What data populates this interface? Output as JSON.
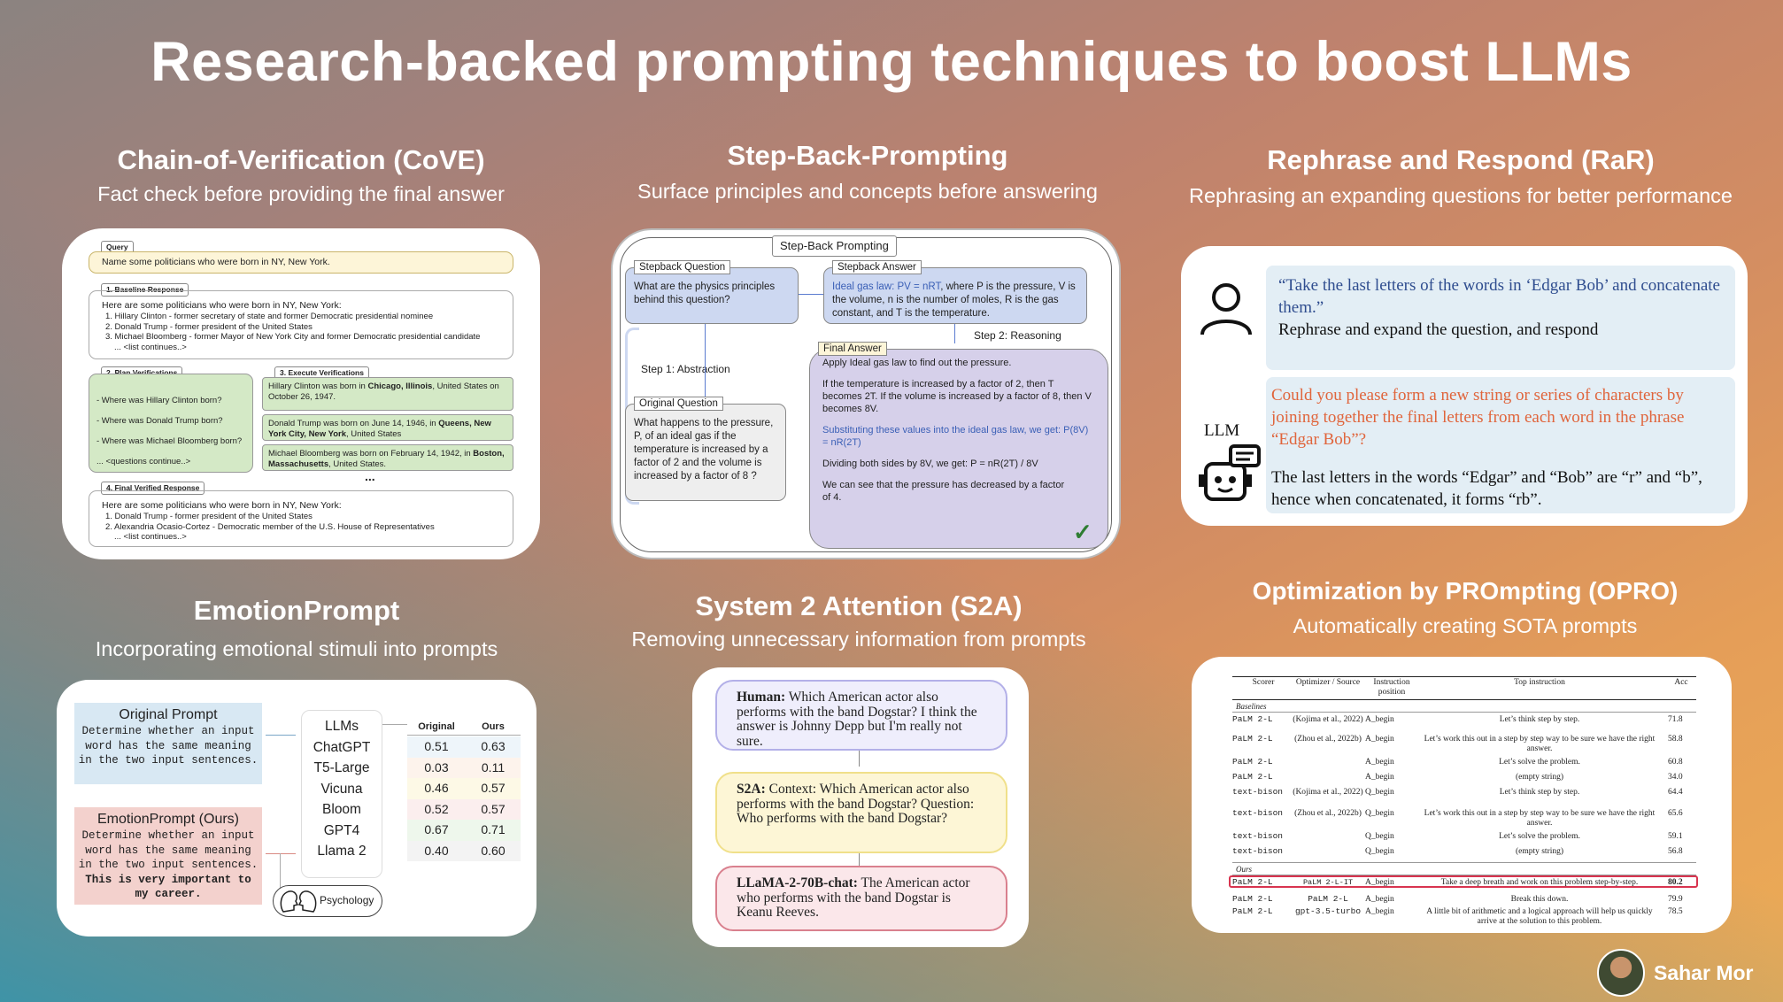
{
  "title": "Research-backed prompting techniques to boost LLMs",
  "author": "Sahar Mor",
  "sections": {
    "cove": {
      "title": "Chain-of-Verification (CoVE)",
      "subtitle": "Fact check before providing the final answer",
      "query_tag": "Query",
      "query": "Name some politicians who were born in NY, New York.",
      "baseline_tag": "1. Baseline Response",
      "baseline_intro": "Here are some politicians who were born in NY, New York:",
      "baseline_items": [
        "1. Hillary Clinton - former secretary of state and former Democratic presidential nominee",
        "2. Donald Trump - former president of the United States",
        "3. Michael Bloomberg - former Mayor of New York City and former Democratic presidential candidate",
        "... <list continues..>"
      ],
      "plan_tag": "2. Plan Verifications",
      "plan_items": [
        "- Where was Hillary Clinton born?",
        "- Where was Donald Trump born?",
        "- Where was Michael Bloomberg born?",
        "... <questions continue..>"
      ],
      "exec_tag": "3. Execute Verifications",
      "exec_items": [
        {
          "pre": "Hillary Clinton was born in ",
          "bold": "Chicago, Illinois",
          "post": ", United States on October 26, 1947."
        },
        {
          "pre": "Donald Trump was born on June 14, 1946, in ",
          "bold": "Queens, New York City, New York",
          "post": ", United States"
        },
        {
          "pre": "Michael Bloomberg was born on February 14, 1942, in ",
          "bold": "Boston, Massachusetts",
          "post": ", United States."
        }
      ],
      "exec_more": "...",
      "final_tag": "4. Final Verified Response",
      "final_intro": "Here are some politicians who were born in NY, New York:",
      "final_items": [
        "1. Donald Trump - former president of the United States",
        "2. Alexandria Ocasio-Cortez - Democratic member of the U.S. House of Representatives",
        "... <list continues..>"
      ]
    },
    "stepback": {
      "title": "Step-Back-Prompting",
      "subtitle": "Surface principles and concepts before answering",
      "header": "Step-Back Prompting",
      "sq_label": "Stepback Question",
      "sq_text": "What are the physics principles behind this question?",
      "sa_label": "Stepback Answer",
      "sa_text_colored": "Ideal gas law: PV = nRT",
      "sa_text": ", where P is the pressure, V is the volume, n is the number of moles, R is the gas constant, and T is the temperature.",
      "step1": "Step 1: Abstraction",
      "step2": "Step 2: Reasoning",
      "oq_label": "Original Question",
      "oq_text": "What happens to the pressure, P, of an ideal gas if the temperature is increased by a factor of 2 and the volume is increased by a factor of 8 ?",
      "fa_label": "Final Answer",
      "fa_lines": [
        "Apply Ideal gas law to find out the pressure.",
        "If the temperature is increased by a factor of 2, then T becomes 2T. If the volume is increased by a factor of 8, then V becomes 8V.",
        "Substituting these values into the ideal gas law, we get: P(8V) = nR(2T)",
        "Dividing both sides by 8V, we get: P = nR(2T) / 8V",
        "We can see that the pressure has decreased by a factor of 4."
      ],
      "check": "✓"
    },
    "rar": {
      "title": "Rephrase and Respond (RaR)",
      "subtitle": "Rephrasing an expanding questions for better performance",
      "user_quote": "“Take the last letters of the words in ‘Edgar Bob’ and concatenate them.”",
      "user_instr": "Rephrase and expand the question, and respond",
      "llm_label": "LLM",
      "llm_rephrase": "Could you please form a new string or series of characters by joining together the final letters from each word in the phrase “Edgar Bob”?",
      "llm_answer": "The last letters in the words “Edgar” and “Bob” are “r” and “b”, hence when concatenated, it forms “rb”."
    },
    "emotion": {
      "title": "EmotionPrompt",
      "subtitle": "Incorporating emotional stimuli into prompts",
      "orig_title": "Original Prompt",
      "orig_text": "Determine whether an input word has the same meaning in the two input sentences.",
      "emo_title": "EmotionPrompt (Ours)",
      "emo_text": "Determine whether an input word has the same meaning in the two input sentences.",
      "emo_bold": "This is very important to my career.",
      "psych": "Psychology",
      "table": {
        "head": [
          "LLMs",
          "Original",
          "Ours"
        ],
        "rows": [
          [
            "ChatGPT",
            "0.51",
            "0.63"
          ],
          [
            "T5-Large",
            "0.03",
            "0.11"
          ],
          [
            "Vicuna",
            "0.46",
            "0.57"
          ],
          [
            "Bloom",
            "0.52",
            "0.57"
          ],
          [
            "GPT4",
            "0.67",
            "0.71"
          ],
          [
            "Llama 2",
            "0.40",
            "0.60"
          ]
        ]
      }
    },
    "s2a": {
      "title": "System 2 Attention (S2A)",
      "subtitle": "Removing unnecessary information from prompts",
      "human_label": "Human:",
      "human_text": "Which American actor also performs with the band Dogstar? I think the answer is Johnny Depp but I'm really not sure.",
      "s2a_label": "S2A:",
      "s2a_text": "Context: Which American actor also performs with the band Dogstar? Question: Who performs with the band Dogstar?",
      "llama_label": "LLaMA-2-70B-chat:",
      "llama_text": "The American actor who performs with the band Dogstar is Keanu Reeves."
    },
    "opro": {
      "title": "Optimization by PROmpting (OPRO)",
      "subtitle": "Automatically creating SOTA prompts",
      "head": [
        "Scorer",
        "Optimizer / Source",
        "Instruction position",
        "Top instruction",
        "Acc"
      ],
      "baselines_label": "Baselines",
      "ours_label": "Ours",
      "baselines": [
        [
          "PaLM 2-L",
          "(Kojima et al., 2022)",
          "A_begin",
          "Let’s think step by step.",
          "71.8"
        ],
        [
          "PaLM 2-L",
          "(Zhou et al., 2022b)",
          "A_begin",
          "Let’s work this out in a step by step way to be sure we have the right answer.",
          "58.8"
        ],
        [
          "PaLM 2-L",
          "",
          "A_begin",
          "Let’s solve the problem.",
          "60.8"
        ],
        [
          "PaLM 2-L",
          "",
          "A_begin",
          "(empty string)",
          "34.0"
        ],
        [
          "text-bison",
          "(Kojima et al., 2022)",
          "Q_begin",
          "Let’s think step by step.",
          "64.4"
        ],
        [
          "text-bison",
          "(Zhou et al., 2022b)",
          "Q_begin",
          "Let’s work this out in a step by step way to be sure we have the right answer.",
          "65.6"
        ],
        [
          "text-bison",
          "",
          "Q_begin",
          "Let’s solve the problem.",
          "59.1"
        ],
        [
          "text-bison",
          "",
          "Q_begin",
          "(empty string)",
          "56.8"
        ]
      ],
      "ours": [
        [
          "PaLM 2-L",
          "PaLM 2-L-IT",
          "A_begin",
          "Take a deep breath and work on this problem step-by-step.",
          "80.2"
        ],
        [
          "PaLM 2-L",
          "PaLM 2-L",
          "A_begin",
          "Break this down.",
          "79.9"
        ],
        [
          "PaLM 2-L",
          "gpt-3.5-turbo",
          "A_begin",
          "A little bit of arithmetic and a logical approach will help us quickly arrive at the solution to this problem.",
          "78.5"
        ]
      ]
    }
  }
}
